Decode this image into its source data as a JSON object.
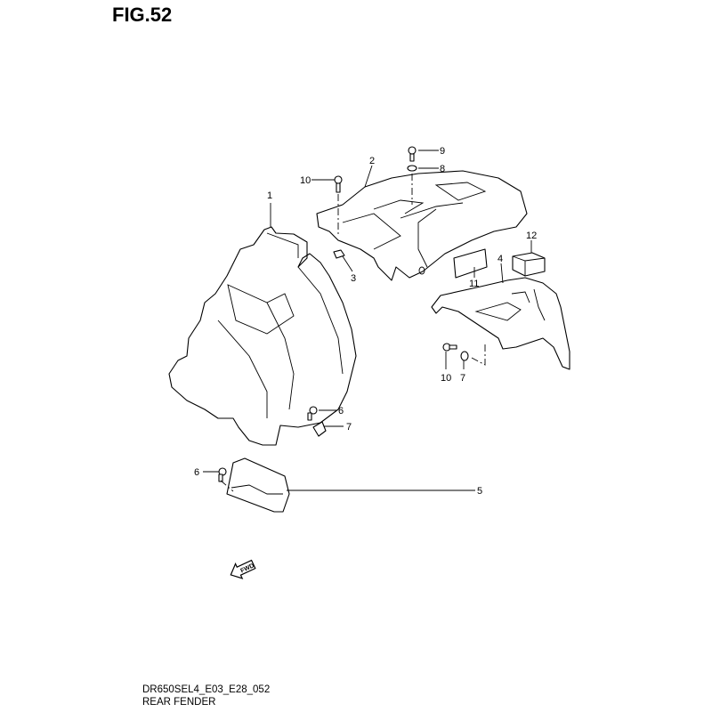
{
  "figure": {
    "title": "FIG.52"
  },
  "footer": {
    "model_code": "DR650SEL4_E03_E28_052",
    "section_name": "REAR FENDER"
  },
  "fwd_label": "FWD",
  "callouts": {
    "p1": "1",
    "p2": "2",
    "p3": "3",
    "p4": "4",
    "p5": "5",
    "p6a": "6",
    "p6b": "6",
    "p7a": "7",
    "p7b": "7",
    "p8": "8",
    "p9": "9",
    "p10a": "10",
    "p10b": "10",
    "p11": "11",
    "p12": "12"
  }
}
